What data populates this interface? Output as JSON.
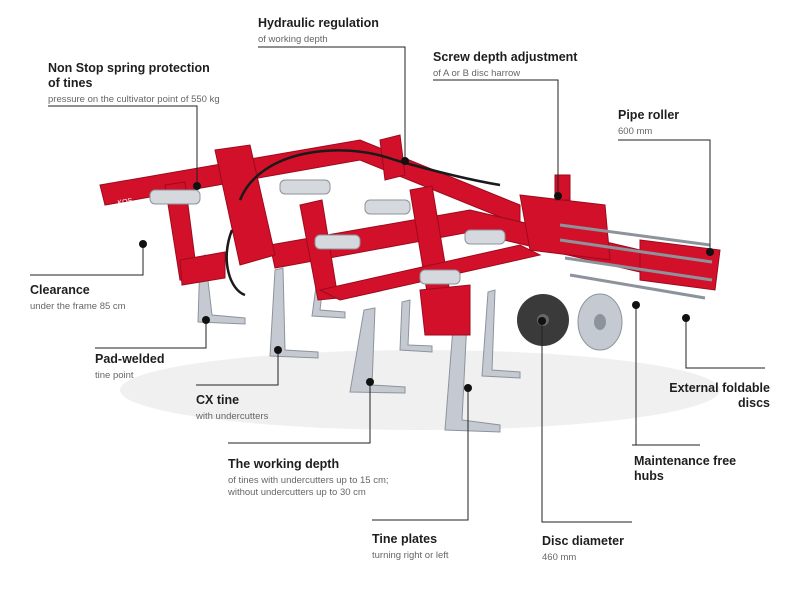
{
  "labels": {
    "hydraulic": {
      "title": "Hydraulic regulation",
      "sub": "of working depth"
    },
    "nonstop": {
      "title1": "Non Stop spring protection",
      "title2": "of tines",
      "sub": "pressure on the cultivator point of 550 kg"
    },
    "screw": {
      "title": "Screw depth adjustment",
      "sub": "of A or B disc harrow"
    },
    "pipe": {
      "title": "Pipe roller",
      "sub": "600 mm"
    },
    "clearance": {
      "title": "Clearance",
      "sub": "under the frame 85 cm"
    },
    "padwelded": {
      "title": "Pad-welded",
      "sub": "tine point"
    },
    "cx": {
      "title": "CX tine",
      "sub": "with undercutters"
    },
    "depth": {
      "title": "The working depth",
      "sub1": "of tines with undercutters up to 15 cm;",
      "sub2": "without undercutters up to 30 cm"
    },
    "plates": {
      "title": "Tine plates",
      "sub": "turning right or left"
    },
    "disc": {
      "title": "Disc diameter",
      "sub": "460 mm"
    },
    "external": {
      "title1": "External foldable",
      "title2": "discs"
    },
    "hubs": {
      "title1": "Maintenance free",
      "title2": "hubs"
    }
  },
  "machine": {
    "frame_badge": "KOS"
  },
  "colors": {
    "frame": "#d3102a",
    "frame_dark": "#9c0a1e",
    "steel": "#c5cad2",
    "steel_dark": "#8d939c",
    "disc": "#3a3a3a",
    "leader": "#222222"
  }
}
